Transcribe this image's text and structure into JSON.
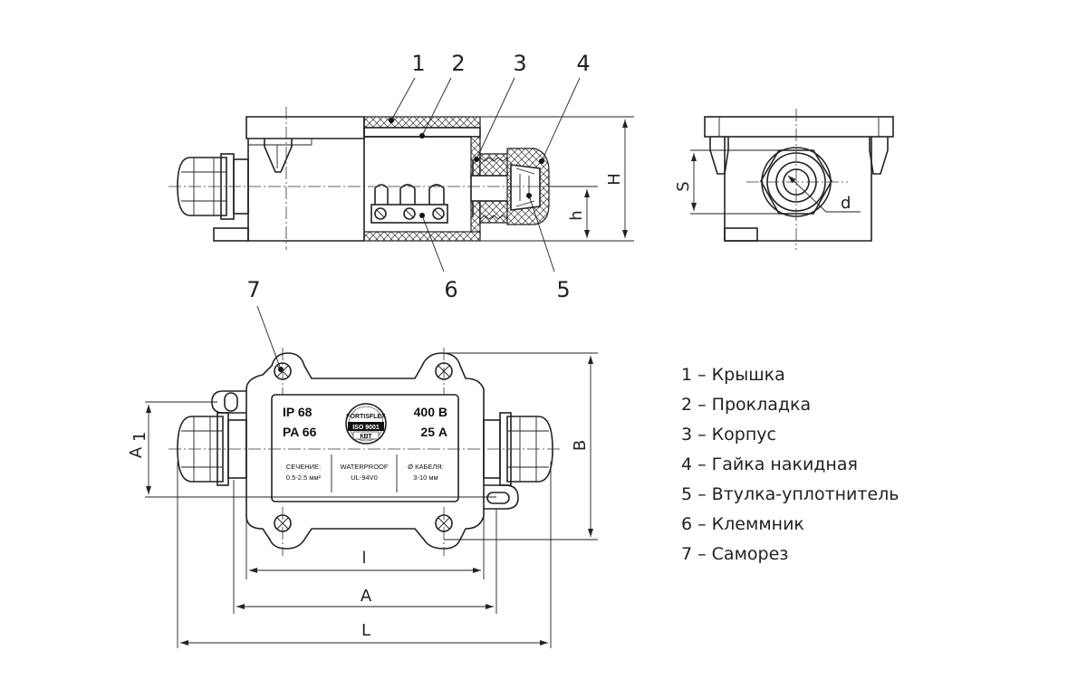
{
  "callouts": {
    "c1": "1",
    "c2": "2",
    "c3": "3",
    "c4": "4",
    "c5": "5",
    "c6": "6",
    "c7": "7"
  },
  "dimensions": {
    "H": "H",
    "h": "h",
    "S": "S",
    "d": "d",
    "B": "B",
    "A1": "A",
    "A1_sub": "1",
    "l": "l",
    "A": "A",
    "L": "L"
  },
  "legend": [
    "1 – Крышка",
    "2 – Прокладка",
    "3 – Корпус",
    "4 – Гайка накидная",
    "5 – Втулка-уплотнитель",
    "6 – Клеммник",
    "7 – Саморез"
  ],
  "label": {
    "ip": "IP 68",
    "pa": "PA 66",
    "voltage": "400 В",
    "current": "25 А",
    "section_title": "СЕЧЕНИЕ:",
    "section_value": "0.5-2.5 мм²",
    "waterproof": "WATERPROOF",
    "ul": "UL-94V0",
    "cable_title": "Ø КАБЕЛЯ:",
    "cable_value": "3-10 мм",
    "seal_brand": "FORTISFLEX",
    "seal_iso": "ISO 9001",
    "seal_kvt": "КВТ"
  }
}
